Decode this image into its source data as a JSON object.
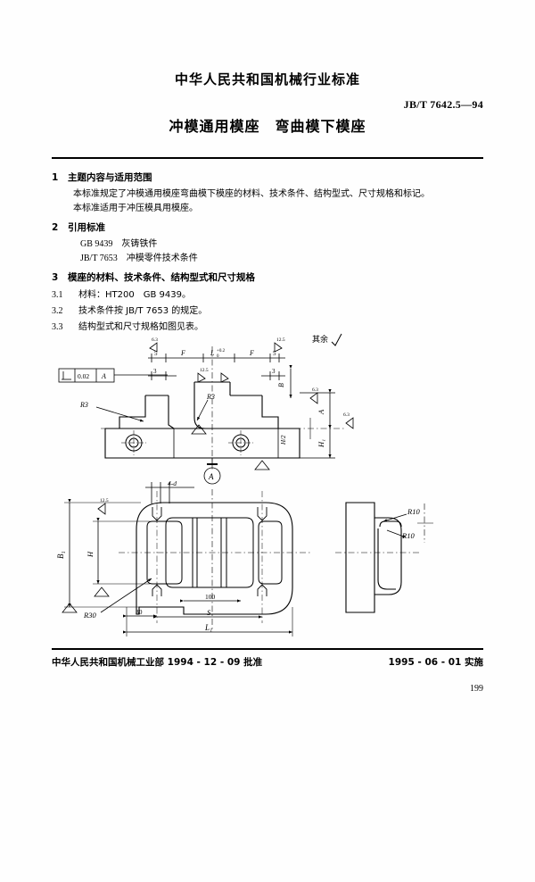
{
  "header": {
    "organization_line": "中华人民共和国机械行业标准",
    "standard_number": "JB/T 7642.5—94",
    "title": "冲模通用模座　弯曲模下模座"
  },
  "clauses": [
    {
      "num": "1",
      "heading": "主题内容与适用范围",
      "paragraphs": [
        "本标准规定了冲模通用模座弯曲模下模座的材料、技术条件、结构型式、尺寸规格和标记。",
        "本标准适用于冲压模具用模座。"
      ]
    },
    {
      "num": "2",
      "heading": "引用标准",
      "references": [
        "GB 9439　灰铸铁件",
        "JB/T 7653　冲模零件技术条件"
      ]
    },
    {
      "num": "3",
      "heading": "模座的材料、技术条件、结构型式和尺寸规格",
      "subclauses": [
        {
          "num": "3.1",
          "text": "材料：HT200　GB 9439。"
        },
        {
          "num": "3.2",
          "text": "技术条件按 JB/T 7653 的规定。"
        },
        {
          "num": "3.3",
          "text": "结构型式和尺寸规格如图见表。"
        }
      ]
    }
  ],
  "drawing": {
    "general_note": "其余",
    "general_note_symbol": "surface-finish-check",
    "tolerance_frame": {
      "symbol": "perpendicularity",
      "value": "0.02",
      "datum": "A"
    },
    "datum_label": "A",
    "labels": {
      "section_view_letter": "A",
      "hole_callout": "4-d",
      "radius_front_left": "R3",
      "radius_front_mid": "R3",
      "radius_plan": "R30",
      "radius_side_outer": "R10",
      "radius_side_inner": "R10",
      "width_overall": "B₁",
      "width_inner": "H",
      "height_upper": "A",
      "height_lower": "H₁",
      "length_overall": "L₁",
      "length_S": "S",
      "dim_100": "100",
      "dim_30": "30",
      "dim_5_left": "5",
      "dim_5_right": "5",
      "dim_3_left": "3",
      "dim_3_right": "3",
      "dim_F_left": "F",
      "dim_F_right": "F",
      "dim_L_tol": "L",
      "dim_L_tol_upper": "+0.2",
      "dim_L_tol_lower": "0",
      "dim_B": "B",
      "dim_H2": "H/2"
    },
    "surface_finishes": [
      "6.3",
      "12.5",
      "12.5",
      "6.3",
      "6.3",
      "12.5"
    ]
  },
  "footer": {
    "approval": "中华人民共和国机械工业部 1994 - 12 - 09 批准",
    "implementation": "1995 - 06 - 01 实施",
    "page_number": "199"
  }
}
